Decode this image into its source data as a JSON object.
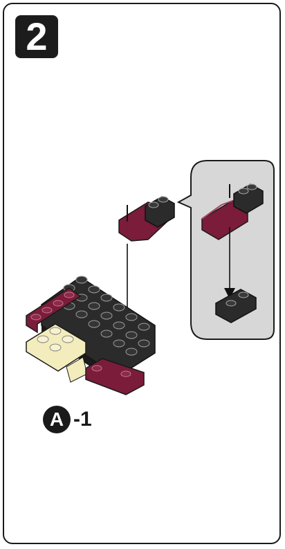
{
  "step": {
    "number": "2"
  },
  "sublabel": {
    "letter": "A",
    "suffix": "-1"
  },
  "colors": {
    "black_brick": "#2b2b2b",
    "maroon_brick": "#7a1c3a",
    "cream_brick": "#f3ecbc",
    "callout_bg": "#d7d7d7"
  }
}
